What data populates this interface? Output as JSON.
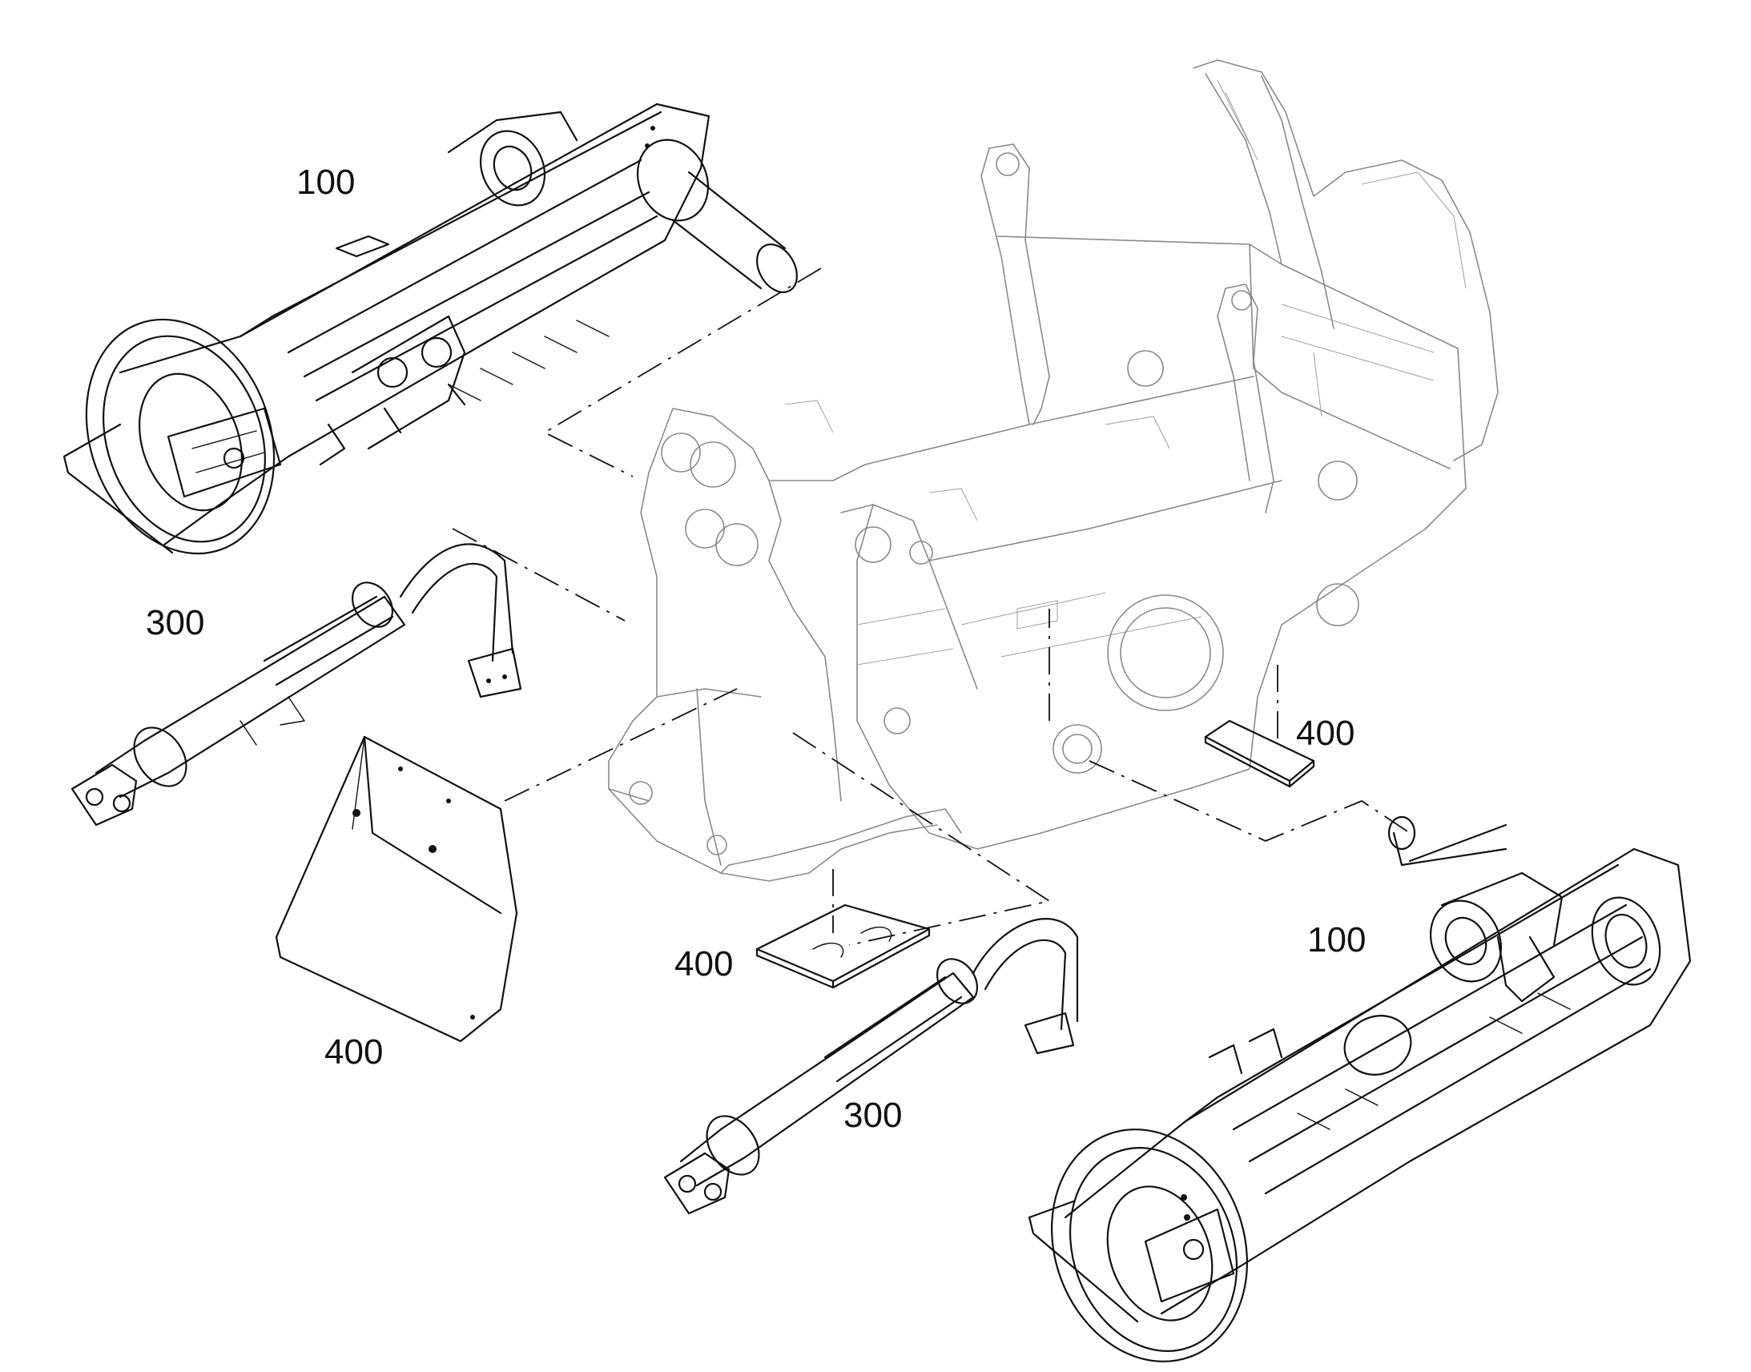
{
  "callouts": {
    "track_left": "100",
    "track_right": "100",
    "cylinder_upper": "300",
    "cylinder_lower": "300",
    "plate_right": "400",
    "plate_center": "400",
    "cover_block": "400"
  }
}
